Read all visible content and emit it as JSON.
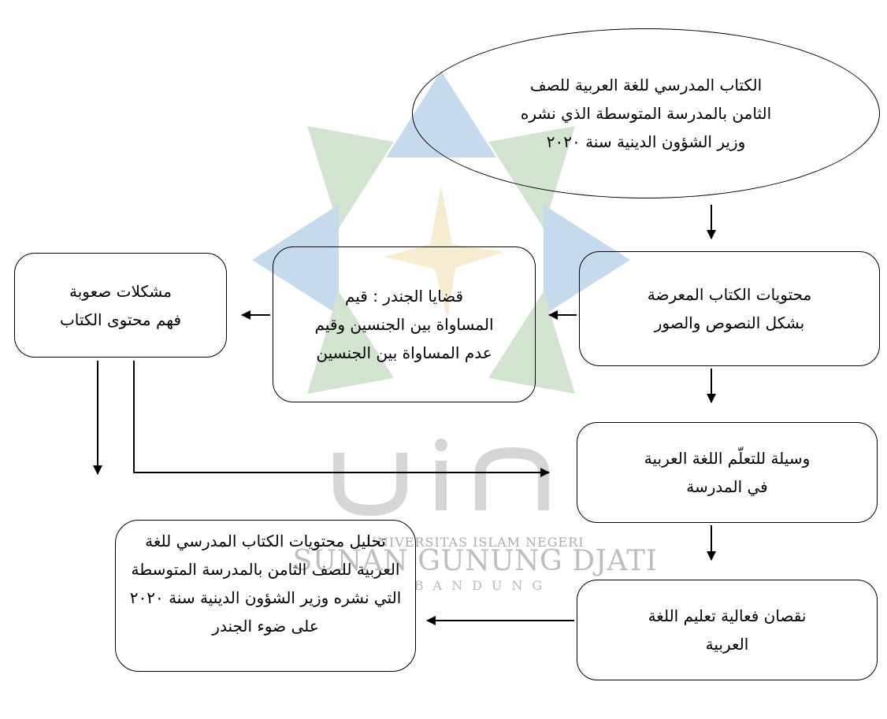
{
  "watermark": {
    "university_line": "UNIVERSITAS ISLAM NEGERI",
    "name_line": "SUNAN GUNUNG DJATI",
    "city_line": "BANDUNG",
    "logo_text": "uin",
    "colors": {
      "blue": "#7fb0d8",
      "green": "#9cc597",
      "gold": "#ead79a",
      "gray": "#8a8a8a"
    }
  },
  "diagram": {
    "textbook": [
      "الكتاب المدرسي للغة العربية للصف",
      "الثامن بالمدرسة المتوسطة الذي نشره",
      "وزير الشؤون الدينية سنة ٢٠٢٠"
    ],
    "contents": [
      "محتويات الكتاب المعرضة",
      "بشكل النصوص والصور"
    ],
    "gender_issues": [
      "قضايا الجندر : قيم",
      "المساواة بين الجنسين وقيم",
      "عدم المساواة بين الجنسين"
    ],
    "problems": [
      "مشكلات صعوبة",
      "فهم محتوى الكتاب"
    ],
    "learning_medium": [
      "وسيلة للتعلّم اللغة العربية",
      "في المدرسة"
    ],
    "deficit": [
      "نقصان فعالية تعليم اللغة",
      "العربية"
    ],
    "analysis": [
      "تحليل محتويات الكتاب المدرسي للغة",
      "العربية للصف الثامن بالمدرسة المتوسطة",
      "التي نشره وزير الشؤون الدينية سنة ٢٠٢٠",
      "على ضوء الجندر"
    ]
  }
}
